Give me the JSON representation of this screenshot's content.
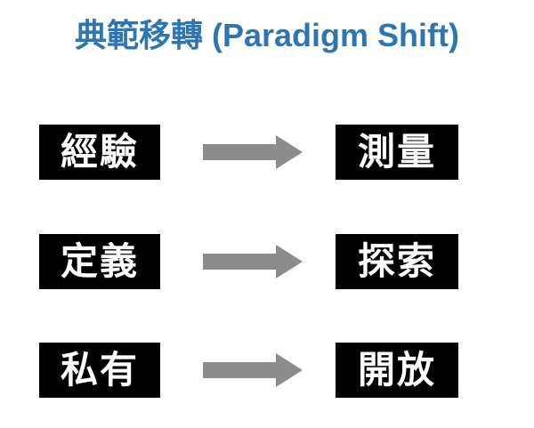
{
  "title": "典範移轉 (Paradigm Shift)",
  "arrow_icon": "arrow-right",
  "rows": [
    {
      "left": "經驗",
      "right": "測量"
    },
    {
      "left": "定義",
      "right": "探索"
    },
    {
      "left": "私有",
      "right": "開放"
    }
  ],
  "colors": {
    "title": "#2D76B2",
    "arrow": "#8C8C8C",
    "box_bg": "#000000",
    "box_text": "#FFFFFF",
    "background": "#FFFFFF"
  }
}
